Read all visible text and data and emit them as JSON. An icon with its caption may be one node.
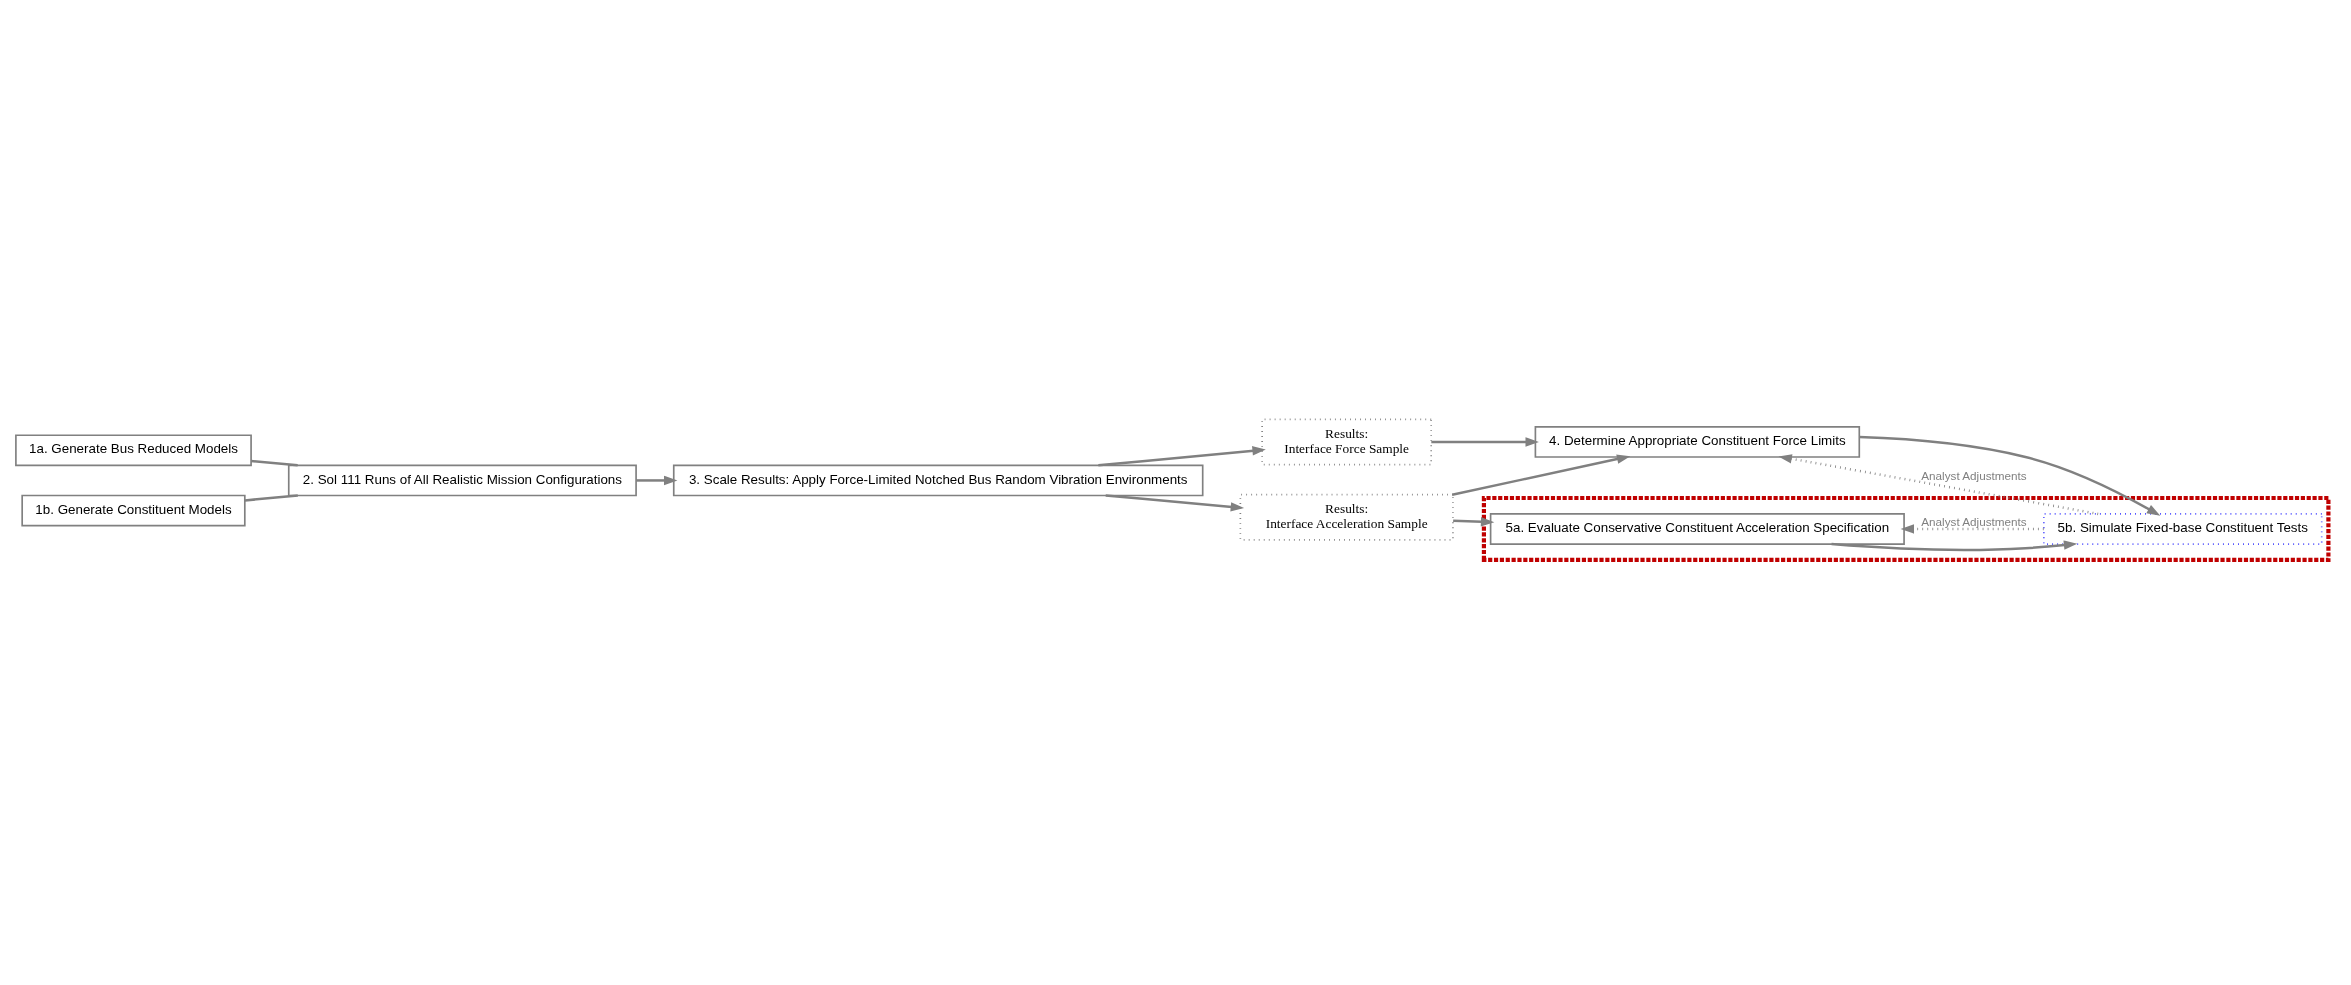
{
  "diagram": {
    "nodes": [
      {
        "text": [
          "1a. Generate Bus Reduced Models"
        ]
      },
      {
        "text": [
          "1b. Generate Constituent Models"
        ]
      },
      {
        "text": [
          "2. Sol 111 Runs of All Realistic Mission Configurations"
        ]
      },
      {
        "text": [
          "3. Scale Results: Apply Force-Limited Notched Bus Random Vibration Environments"
        ]
      },
      {
        "text": [
          "Results:",
          "Interface Force Sample"
        ]
      },
      {
        "text": [
          "Results:",
          "Interface Acceleration Sample"
        ]
      },
      {
        "text": [],
        "shape": "box"
      },
      {
        "text": [
          "5a. Evaluate Conservative Constituent Acceleration Specification"
        ],
        "in": 6
      },
      {
        "text": [
          "4. Determine Appropriate Constituent Force Limits"
        ]
      },
      {
        "text": [
          "5b. Simulate Fixed-base Constituent Tests"
        ],
        "in": 6
      }
    ],
    "edges": [
      {
        "from": 0,
        "to": 2,
        "arrow": "none"
      },
      {
        "from": 1,
        "to": 2,
        "arrow": "none"
      },
      {
        "from": 2,
        "to": 3,
        "arrow": "to"
      },
      {
        "from": 3,
        "to": 4,
        "arrow": "to"
      },
      {
        "from": 3,
        "to": 5,
        "arrow": "to"
      },
      {
        "from": 4,
        "to": 8,
        "arrow": "to"
      },
      {
        "from": 5,
        "to": 8,
        "arrow": "to"
      },
      {
        "from": 5,
        "to": 7,
        "arrow": "to"
      },
      {
        "from": 7,
        "to": 9,
        "arrow": "to"
      },
      {
        "from": 8,
        "to": 9,
        "arrow": "to"
      },
      {
        "from": 9,
        "to": 8,
        "arrow": "to",
        "style": "dashed",
        "label": "Analyst Adjustments"
      },
      {
        "from": 9,
        "to": 7,
        "arrow": "to",
        "style": "dashed",
        "label": "Analyst Adjustments"
      }
    ]
  }
}
